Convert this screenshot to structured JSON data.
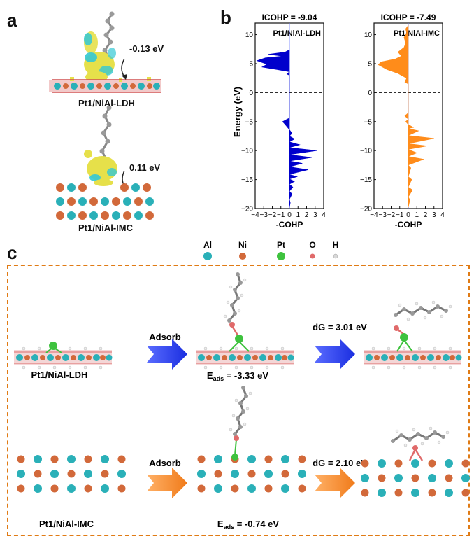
{
  "panel_a": {
    "letter": "a",
    "top": {
      "charge": "-0.13 eV",
      "label": "Pt1/NiAl-LDH"
    },
    "bottom": {
      "charge": "0.11 eV",
      "label": "Pt1/NiAl-IMC"
    }
  },
  "panel_b": {
    "letter": "b"
  },
  "panel_c": {
    "letter": "c",
    "legend": [
      "Al",
      "Ni",
      "Pt",
      "O",
      "H"
    ],
    "row1": {
      "step1": "Adsorb",
      "step2": "dG = 3.01 eV",
      "start_label": "Pt1/NiAl-LDH",
      "eads": "-3.33 eV"
    },
    "row2": {
      "step1": "Adsorb",
      "step2": "dG = 2.10 eV",
      "start_label": "Pt1/NiAl-IMC",
      "eads": "-0.74 eV"
    }
  },
  "colors": {
    "al": "#2ab0b8",
    "ni": "#d2693a",
    "pt": "#3ec23e",
    "o": "#e06a6a",
    "h": "#d8d8d8",
    "ldh": "#0000cc",
    "imc": "#ff8c1a",
    "frame": "#e07b15"
  },
  "chart_data": [
    {
      "type": "area",
      "title": "ICOHP = -9.04",
      "annotation": "Pt1/NiAl-LDH",
      "xlabel": "-COHP",
      "ylabel": "Energy (eV)",
      "xlim": [
        -4,
        4
      ],
      "ylim": [
        -20,
        12
      ],
      "xticks": [
        -4,
        -3,
        -2,
        -1,
        0,
        1,
        2,
        3,
        4
      ],
      "yticks": [
        -20,
        -15,
        -10,
        -5,
        0,
        5,
        10
      ],
      "fermi_level": 0,
      "series": [
        {
          "color": "#0000cc",
          "points": [
            [
              0,
              -19.8
            ],
            [
              0.1,
              -19
            ],
            [
              0,
              -18.4
            ],
            [
              0.3,
              -17.5
            ],
            [
              0,
              -17
            ],
            [
              0.4,
              -16.3
            ],
            [
              0,
              -15.8
            ],
            [
              0.6,
              -15.3
            ],
            [
              0,
              -14.9
            ],
            [
              0.9,
              -14.5
            ],
            [
              0,
              -14.1
            ],
            [
              2.2,
              -13.3
            ],
            [
              0,
              -12.8
            ],
            [
              1.5,
              -12.2
            ],
            [
              0,
              -11.8
            ],
            [
              2.6,
              -11.2
            ],
            [
              0,
              -10.7
            ],
            [
              3.2,
              -10.0
            ],
            [
              0,
              -9.5
            ],
            [
              1.2,
              -9.0
            ],
            [
              0,
              -8.5
            ],
            [
              0.6,
              -8.0
            ],
            [
              0,
              -7.5
            ],
            [
              0.3,
              -7.0
            ],
            [
              0,
              -6.4
            ],
            [
              -0.5,
              -5.5
            ],
            [
              -0.8,
              -5.0
            ],
            [
              -0.3,
              -4.6
            ],
            [
              0,
              -4.4
            ],
            [
              0,
              3.0
            ],
            [
              -0.3,
              3.2
            ],
            [
              0,
              3.6
            ],
            [
              -1.5,
              4.0
            ],
            [
              -3.2,
              4.4
            ],
            [
              -2.6,
              4.9
            ],
            [
              -3.8,
              5.5
            ],
            [
              -2.8,
              6.0
            ],
            [
              -0.8,
              6.3
            ],
            [
              -2.5,
              6.6
            ],
            [
              -0.5,
              7.0
            ],
            [
              0,
              7.4
            ]
          ]
        }
      ]
    },
    {
      "type": "area",
      "title": "ICOHP = -7.49",
      "annotation": "Pt1/NiAl-IMC",
      "xlabel": "-COHP",
      "ylabel": "",
      "xlim": [
        -4,
        4
      ],
      "ylim": [
        -20,
        12
      ],
      "xticks": [
        -4,
        -3,
        -2,
        -1,
        0,
        1,
        2,
        3,
        4
      ],
      "yticks": [
        -20,
        -15,
        -10,
        -5,
        0,
        5,
        10
      ],
      "fermi_level": 0,
      "series": [
        {
          "color": "#ff8c1a",
          "points": [
            [
              0,
              -19.8
            ],
            [
              0.2,
              -18.5
            ],
            [
              0,
              -18
            ],
            [
              0.5,
              -16.8
            ],
            [
              0,
              -16.3
            ],
            [
              0.4,
              -15.0
            ],
            [
              0,
              -14.5
            ],
            [
              0.3,
              -13
            ],
            [
              0,
              -12.5
            ],
            [
              1.8,
              -11.5
            ],
            [
              0,
              -11
            ],
            [
              1.0,
              -10.4
            ],
            [
              0,
              -9.8
            ],
            [
              2.2,
              -9.2
            ],
            [
              0,
              -8.8
            ],
            [
              3.0,
              -7.9
            ],
            [
              0,
              -7.4
            ],
            [
              1.2,
              -6.6
            ],
            [
              0,
              -6.2
            ],
            [
              0.6,
              -6.0
            ],
            [
              0,
              -5.5
            ],
            [
              -0.3,
              -5
            ],
            [
              0,
              -4.6
            ],
            [
              -0.4,
              -4.0
            ],
            [
              0,
              -3.5
            ],
            [
              0,
              1.5
            ],
            [
              -0.4,
              1.8
            ],
            [
              -0.2,
              2.5
            ],
            [
              -1.2,
              3.3
            ],
            [
              -2.5,
              4.0
            ],
            [
              -3.5,
              4.8
            ],
            [
              -3.2,
              5.3
            ],
            [
              -1.5,
              5.8
            ],
            [
              -0.8,
              6.3
            ],
            [
              -1.2,
              7.0
            ],
            [
              -0.5,
              7.8
            ],
            [
              -0.3,
              8.6
            ],
            [
              -0.5,
              9.5
            ],
            [
              -0.2,
              10.3
            ],
            [
              -0.3,
              11.0
            ],
            [
              0,
              11.6
            ]
          ]
        }
      ]
    }
  ]
}
